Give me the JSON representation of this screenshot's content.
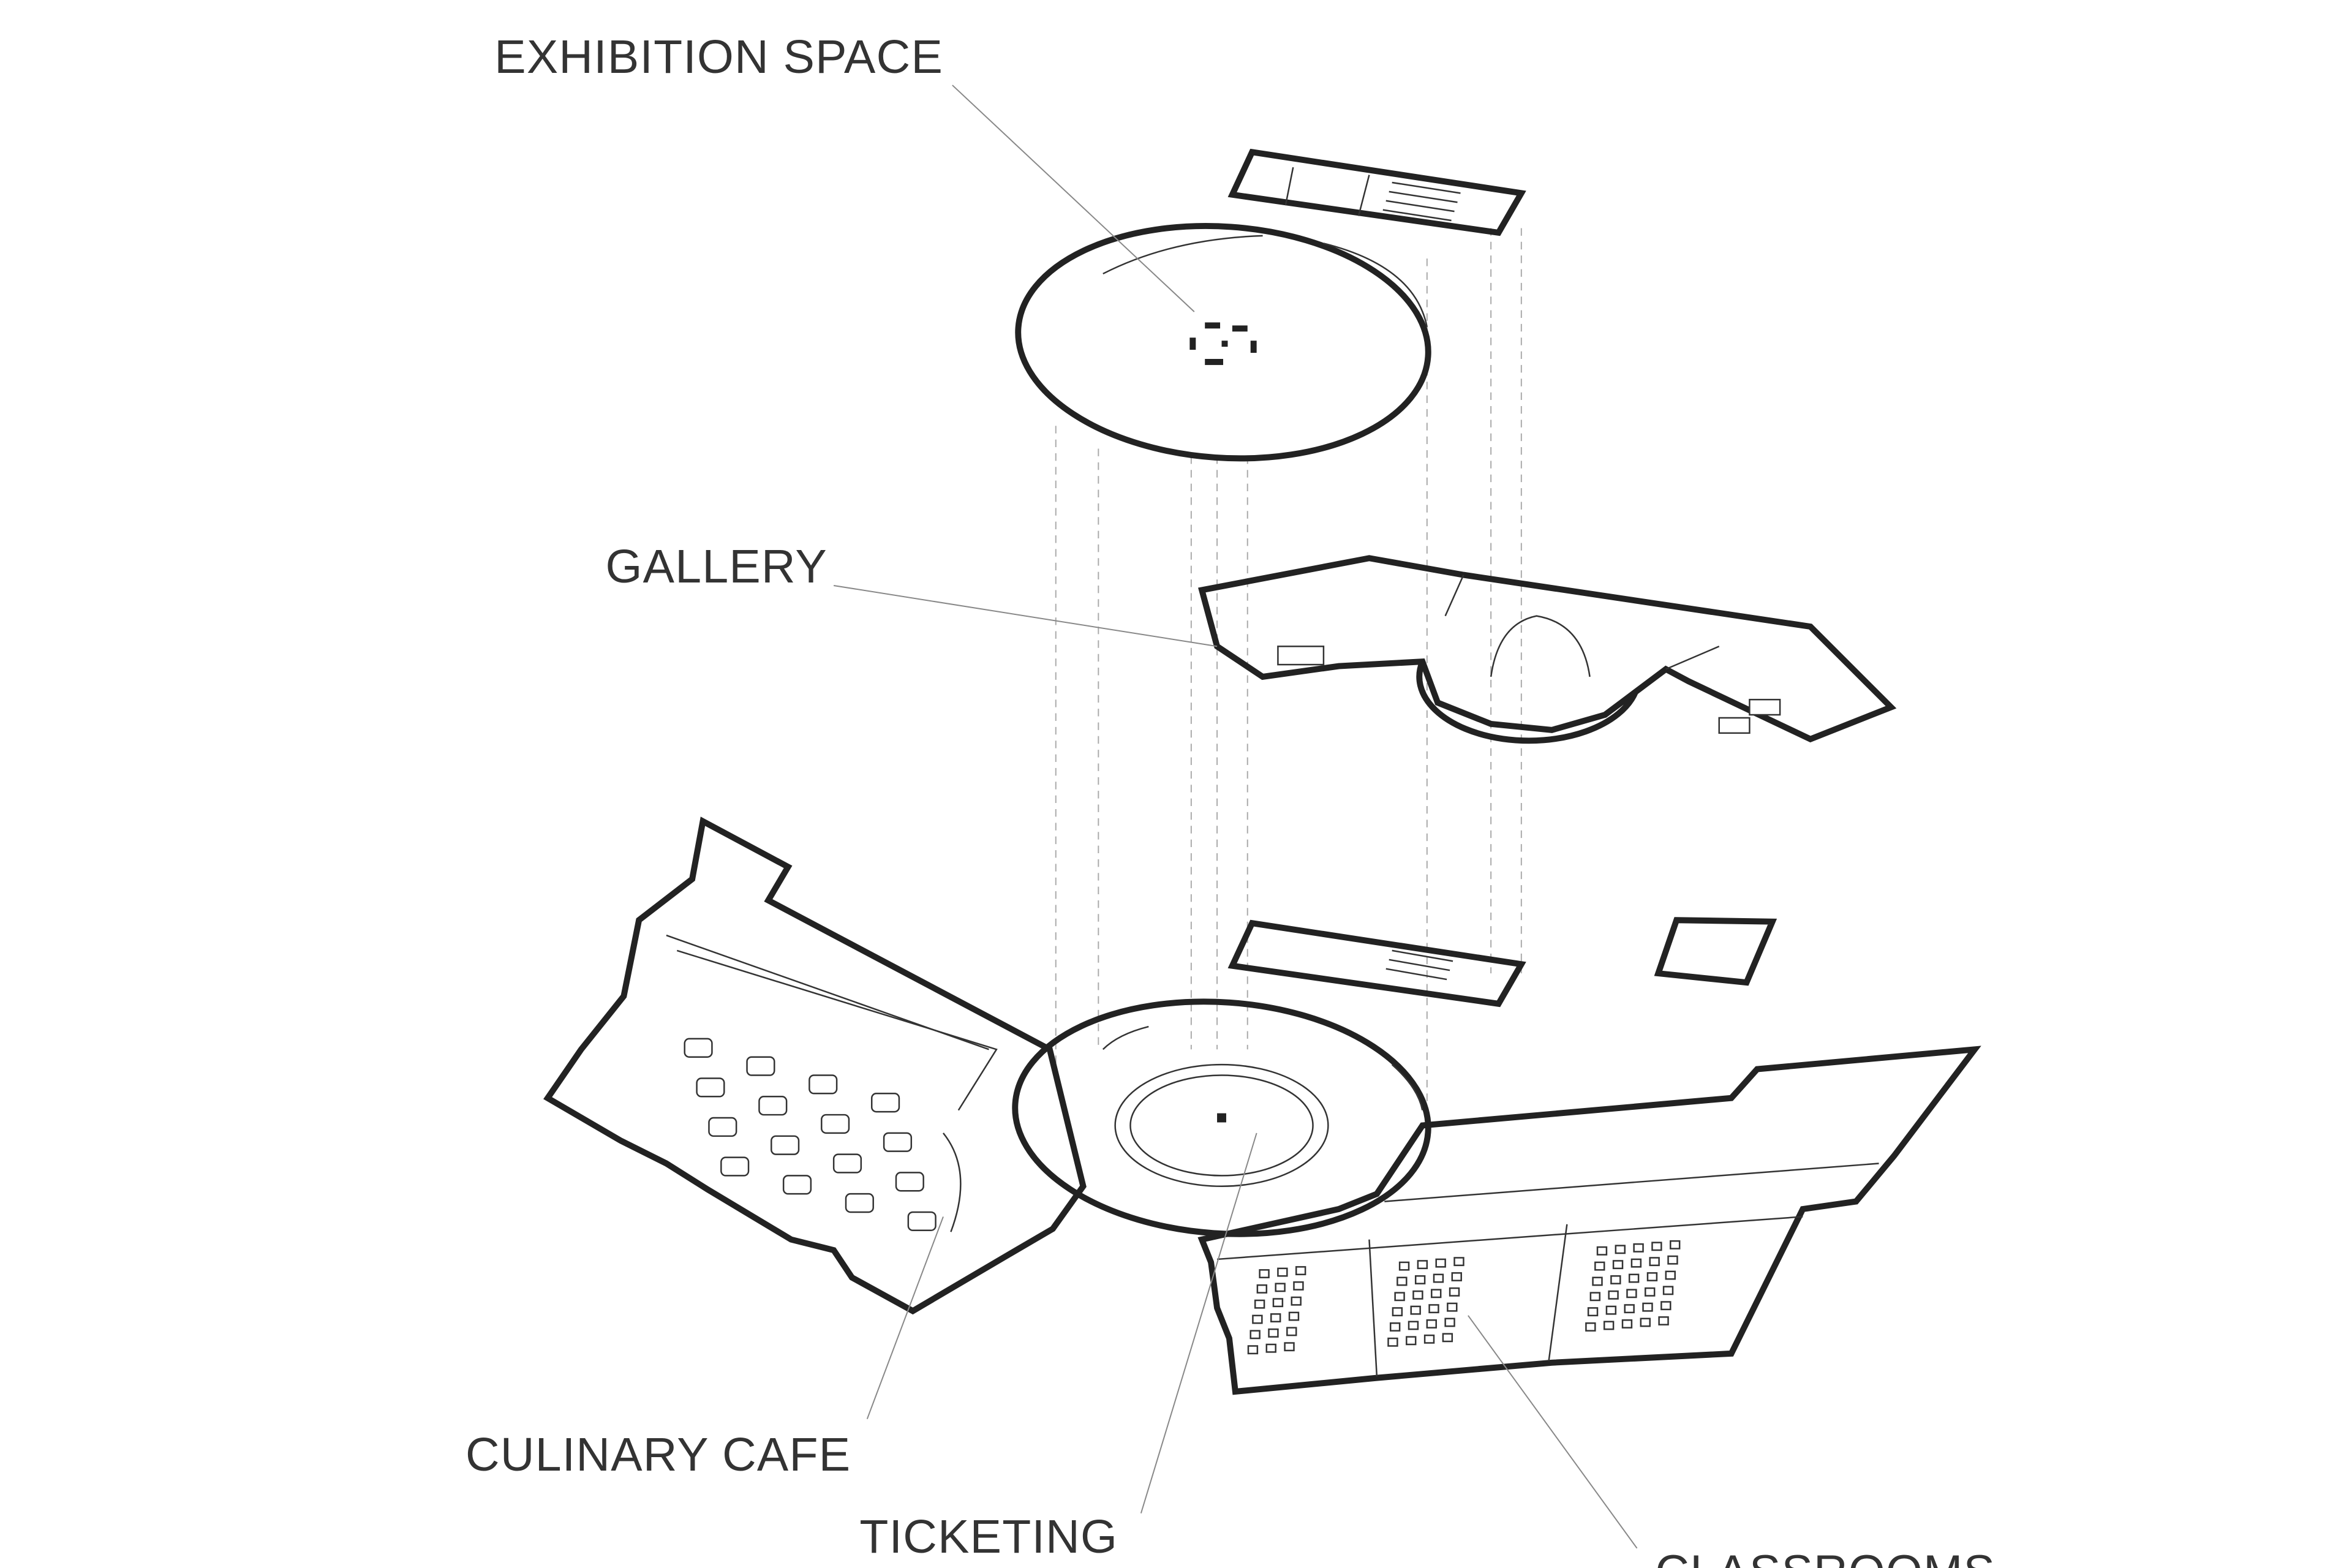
{
  "title": "Exploded axonometric floor plans",
  "labels": {
    "exhibition": "EXHIBITION SPACE",
    "gallery": "GALLERY",
    "cafe": "CULINARY CAFE",
    "ticketing": "TICKETING",
    "classrooms": "CLASSROOMS"
  },
  "colors": {
    "ink": "#222222",
    "label": "#333333",
    "leader": "#888888",
    "background": "#ffffff"
  }
}
